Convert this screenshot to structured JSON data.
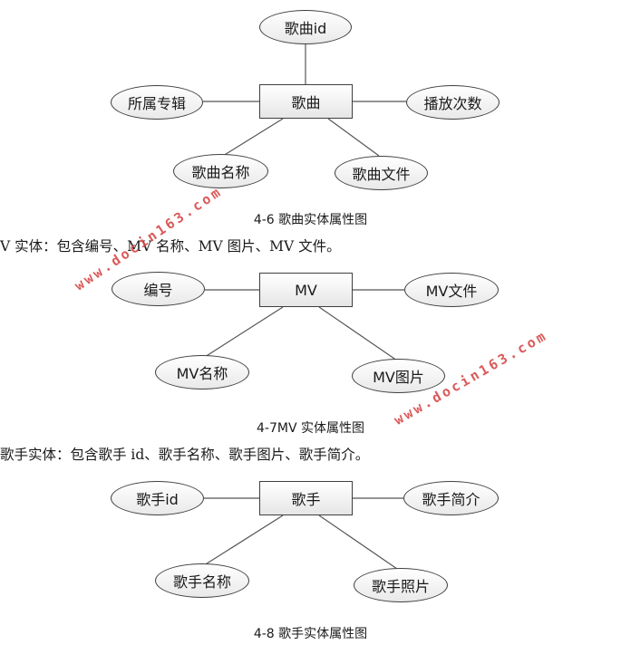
{
  "diagram1": {
    "entity": "歌曲",
    "attributes": {
      "id": "歌曲id",
      "album": "所属专辑",
      "plays": "播放次数",
      "name": "歌曲名称",
      "file": "歌曲文件"
    },
    "caption": "4-6 歌曲实体属性图"
  },
  "para1": "V 实体：包含编号、MV 名称、MV 图片、MV 文件。",
  "diagram2": {
    "entity": "MV",
    "attributes": {
      "number": "编号",
      "file": "MV文件",
      "name": "MV名称",
      "image": "MV图片"
    },
    "caption": "4-7MV 实体属性图"
  },
  "para2": "歌手实体：包含歌手 id、歌手名称、歌手图片、歌手简介。",
  "diagram3": {
    "entity": "歌手",
    "attributes": {
      "id": "歌手id",
      "intro": "歌手简介",
      "name": "歌手名称",
      "photo": "歌手照片"
    },
    "caption": "4-8 歌手实体属性图"
  },
  "watermark": "www.docin163.com"
}
